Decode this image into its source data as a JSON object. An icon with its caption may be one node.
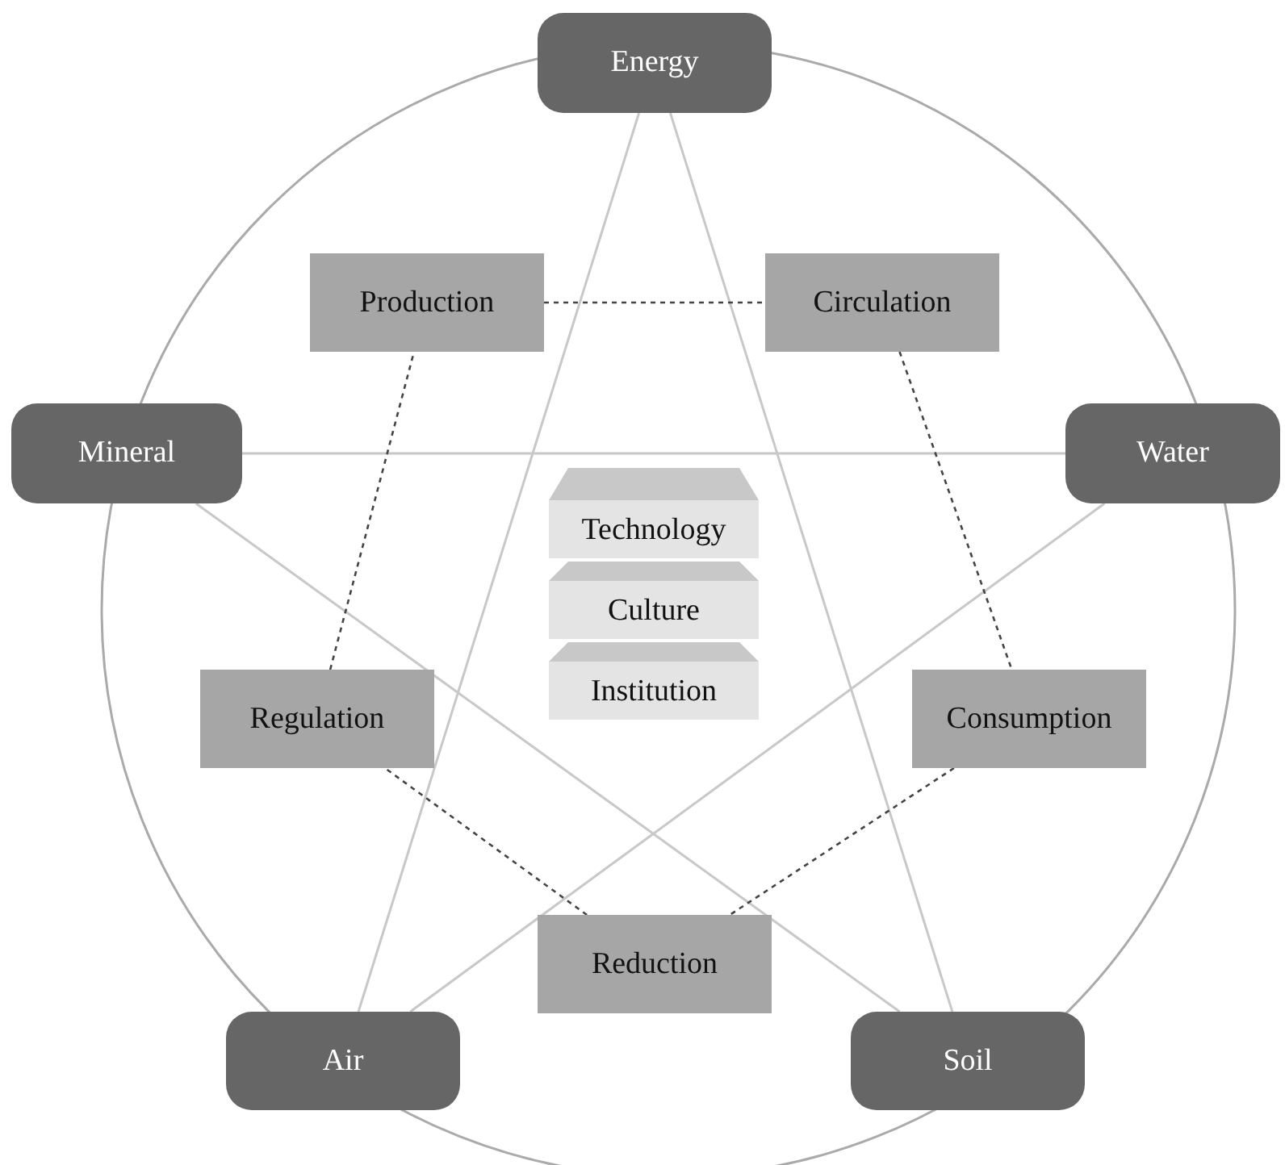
{
  "diagram": {
    "nodes": [
      {
        "text": [
          "Energy"
        ]
      },
      {
        "text": [
          "Production"
        ]
      },
      {
        "text": [
          "Circulation"
        ]
      },
      {
        "text": [
          "Mineral"
        ]
      },
      {
        "text": [
          "Water"
        ]
      },
      {
        "text": [
          "Technology"
        ]
      },
      {
        "text": [
          "Culture"
        ]
      },
      {
        "text": [
          "Regulation"
        ]
      },
      {
        "text": [
          "Consumption"
        ]
      },
      {
        "text": [
          "Institution"
        ]
      },
      {
        "text": [
          "Reduction"
        ]
      },
      {
        "text": [
          "Air"
        ]
      },
      {
        "text": [
          "Soil"
        ]
      }
    ],
    "edges": [
      {
        "from": 0,
        "to": 11,
        "arrow": "none",
        "color": "#c8c8c8"
      },
      {
        "from": 0,
        "to": 12,
        "arrow": "none",
        "color": "#c8c8c8"
      },
      {
        "from": 3,
        "to": 4,
        "arrow": "none",
        "color": "#c8c8c8"
      },
      {
        "from": 3,
        "to": 12,
        "arrow": "none",
        "color": "#c8c8c8"
      },
      {
        "from": 4,
        "to": 11,
        "arrow": "none",
        "color": "#c8c8c8"
      },
      {
        "from": 1,
        "to": 2,
        "arrow": "none",
        "style": "dashed",
        "color": "#444444"
      },
      {
        "from": 2,
        "to": 8,
        "arrow": "none",
        "style": "dashed",
        "color": "#444444"
      },
      {
        "from": 8,
        "to": 10,
        "arrow": "none",
        "style": "dashed",
        "color": "#444444"
      },
      {
        "from": 10,
        "to": 7,
        "arrow": "none",
        "style": "dashed",
        "color": "#444444"
      },
      {
        "from": 7,
        "to": 1,
        "arrow": "none",
        "style": "dashed",
        "color": "#444444"
      }
    ]
  }
}
